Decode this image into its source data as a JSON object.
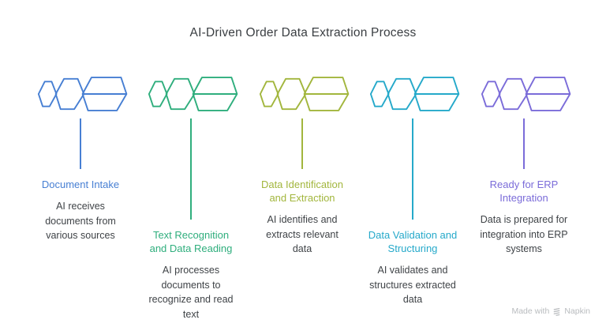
{
  "title": "AI-Driven Order Data Extraction Process",
  "stages": [
    {
      "name": "Document Intake",
      "display_name": "Document Intake",
      "description": "AI receives\ndocuments from\nvarious sources",
      "color": "#477fd3",
      "icon": "triple-chevron-arrow-icon"
    },
    {
      "name": "Text Recognition and Data Reading",
      "display_name": "Text Recognition\nand Data Reading",
      "description": "AI processes\ndocuments to\nrecognize and read\ntext",
      "color": "#2fae7d",
      "icon": "triple-chevron-arrow-icon"
    },
    {
      "name": "Data Identification and Extraction",
      "display_name": "Data Identification\nand Extraction",
      "description": "AI identifies and\nextracts relevant\ndata",
      "color": "#a2b63d",
      "icon": "triple-chevron-arrow-icon"
    },
    {
      "name": "Data Validation and Structuring",
      "display_name": "Data Validation and\nStructuring",
      "description": "AI validates and\nstructures extracted\ndata",
      "color": "#25a9ca",
      "icon": "triple-chevron-arrow-icon"
    },
    {
      "name": "Ready for ERP Integration",
      "display_name": "Ready for ERP\nIntegration",
      "description": "Data is prepared for\nintegration into ERP\nsystems",
      "color": "#7b6cd9",
      "icon": "triple-chevron-arrow-icon"
    }
  ],
  "watermark": {
    "prefix": "Made with",
    "brand": "Napkin",
    "color": "#b9bcbf"
  },
  "colors": {
    "background": "#ffffff",
    "title_text": "#3a3e42",
    "description_text": "#3f4347"
  }
}
